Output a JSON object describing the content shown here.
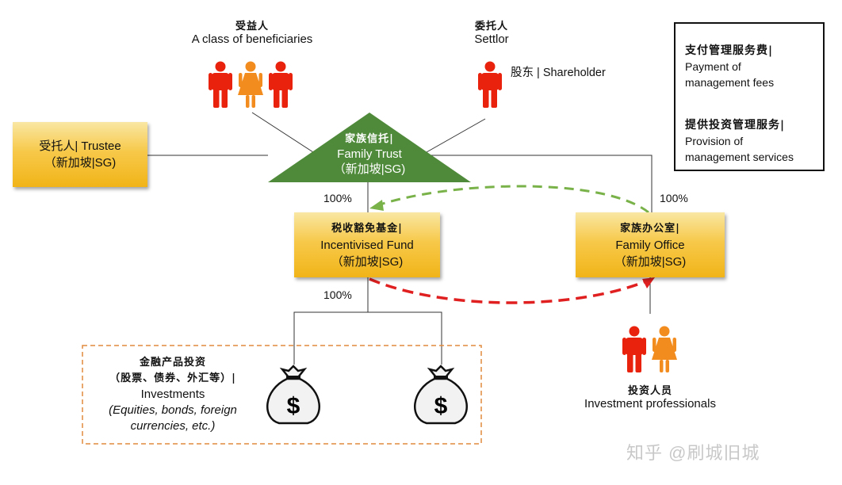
{
  "beneficiaries": {
    "cn": "受益人",
    "en": "A class of beneficiaries"
  },
  "settlor": {
    "cn": "委托人",
    "en": "Settlor",
    "shareholder": "股东 | Shareholder"
  },
  "trustee": {
    "line1": "受托人| Trustee",
    "line2": "（新加坡|SG)"
  },
  "family_trust": {
    "cn": "家族信托|",
    "en": "Family Trust",
    "sg": "（新加坡|SG)"
  },
  "fund": {
    "cn": "税收豁免基金|",
    "en": "Incentivised Fund",
    "sg": "（新加坡|SG)"
  },
  "office": {
    "cn": "家族办公室|",
    "en": "Family Office",
    "sg": "（新加坡|SG)"
  },
  "ownership": {
    "trust_to_fund": "100%",
    "trust_to_office": "100%",
    "fund_to_investments": "100%"
  },
  "investments": {
    "cn_line1": "金融产品投资",
    "cn_line2": "（股票、债券、外汇等）|",
    "en": "Investments",
    "en_italic": "(Equities, bonds, foreign currencies, etc.)"
  },
  "professionals": {
    "cn": "投资人员",
    "en": "Investment professionals"
  },
  "legend": {
    "fee_cn": "支付管理服务费|",
    "fee_en1": "Payment of",
    "fee_en2": "management fees",
    "svc_cn": "提供投资管理服务|",
    "svc_en1": "Provision of",
    "svc_en2": "management services"
  },
  "watermark": "知乎 @刷城旧城",
  "colors": {
    "red_person": "#e8220c",
    "orange_person": "#f28c1e",
    "triangle": "#4f8a3a",
    "fee_arrow": "#e02020",
    "service_arrow": "#7ab24a",
    "box": "#f7c94a",
    "dashed_border": "#e08a3c"
  }
}
